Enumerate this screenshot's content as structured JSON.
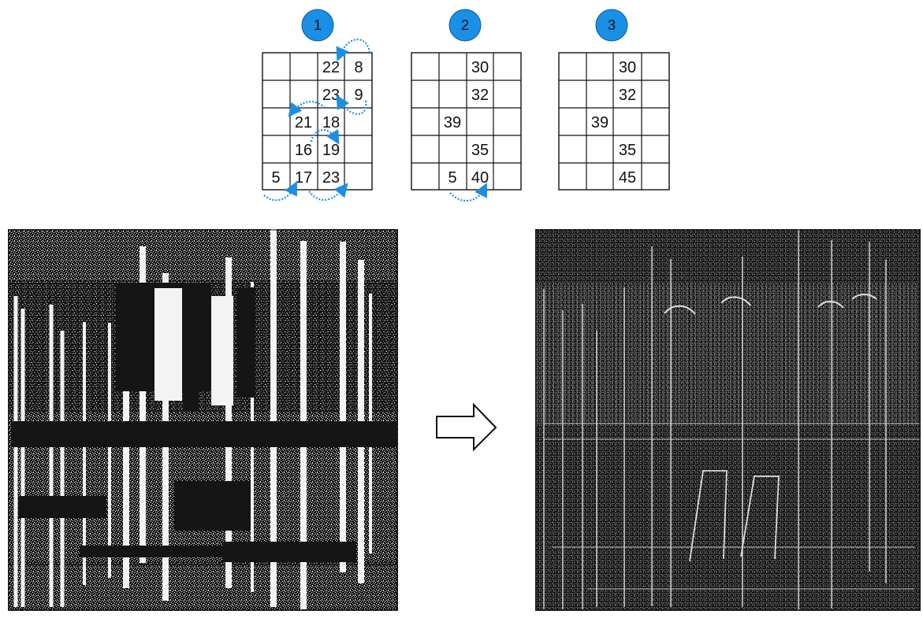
{
  "colors": {
    "accent": "#1a8fe6",
    "accent_dark": "#0d5d9a",
    "line": "#111111",
    "image_dark": "#151515",
    "image_light": "#f3f3f3"
  },
  "icons": {
    "transform_arrow": "arrow-right-icon"
  },
  "steps": [
    {
      "label": "1",
      "cells": [
        [
          "",
          "",
          "22",
          "8"
        ],
        [
          "",
          "",
          "23",
          "9"
        ],
        [
          "",
          "21",
          "18",
          ""
        ],
        [
          "",
          "16",
          "19",
          ""
        ],
        [
          "5",
          "17",
          "23",
          ""
        ]
      ]
    },
    {
      "label": "2",
      "cells": [
        [
          "",
          "",
          "30",
          ""
        ],
        [
          "",
          "",
          "32",
          ""
        ],
        [
          "",
          "39",
          "",
          ""
        ],
        [
          "",
          "",
          "35",
          ""
        ],
        [
          "",
          "5",
          "40",
          ""
        ]
      ]
    },
    {
      "label": "3",
      "cells": [
        [
          "",
          "",
          "30",
          ""
        ],
        [
          "",
          "",
          "32",
          ""
        ],
        [
          "",
          "39",
          "",
          ""
        ],
        [
          "",
          "",
          "35",
          ""
        ],
        [
          "",
          "",
          "45",
          ""
        ]
      ]
    }
  ],
  "images": {
    "before": "binary-room-image",
    "after": "edge-room-image"
  }
}
